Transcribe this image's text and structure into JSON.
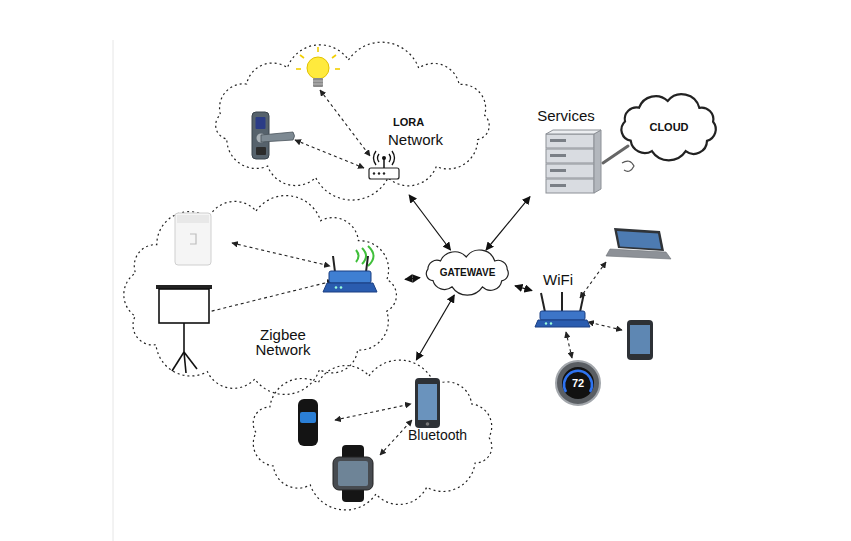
{
  "diagram": {
    "nodes": [
      {
        "text": [
          "LORA",
          "Network"
        ]
      },
      {
        "text": [
          "Services"
        ]
      },
      {
        "text": [
          "CLOUD"
        ]
      },
      {
        "text": [
          "Zigbee Network"
        ]
      },
      {
        "text": [
          "GATEWAVE"
        ]
      },
      {
        "text": [
          "WiFi"
        ]
      },
      {
        "text": [
          "Bluetooth"
        ]
      }
    ],
    "edges": [
      {
        "from": 0,
        "to": 4,
        "arrow": "both"
      },
      {
        "from": 1,
        "to": 4,
        "arrow": "both"
      },
      {
        "from": 3,
        "to": 4,
        "arrow": "both"
      },
      {
        "from": 5,
        "to": 4,
        "arrow": "both"
      },
      {
        "from": 6,
        "to": 4,
        "arrow": "both"
      }
    ],
    "labels": [
      "72"
    ]
  }
}
